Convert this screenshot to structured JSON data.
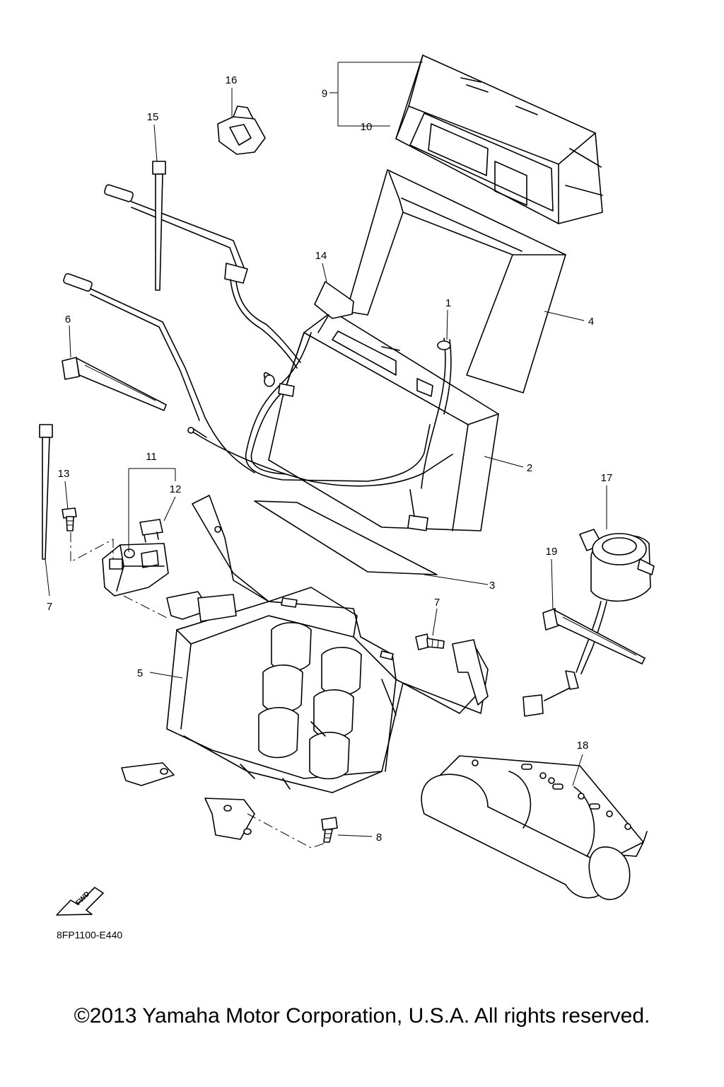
{
  "labels": {
    "p1": "1",
    "p2": "2",
    "p3": "3",
    "p4": "4",
    "p5": "5",
    "p6": "6",
    "p7a": "7",
    "p7b": "7",
    "p8": "8",
    "p9": "9",
    "p10": "10",
    "p11": "11",
    "p12": "12",
    "p13": "13",
    "p14": "14",
    "p15": "15",
    "p16": "16",
    "p17": "17",
    "p18": "18",
    "p19": "19"
  },
  "fwd_label": "FWD",
  "drawing_code": "8FP1100-E440",
  "copyright": "©2013 Yamaha Motor Corporation, U.S.A. All rights reserved."
}
